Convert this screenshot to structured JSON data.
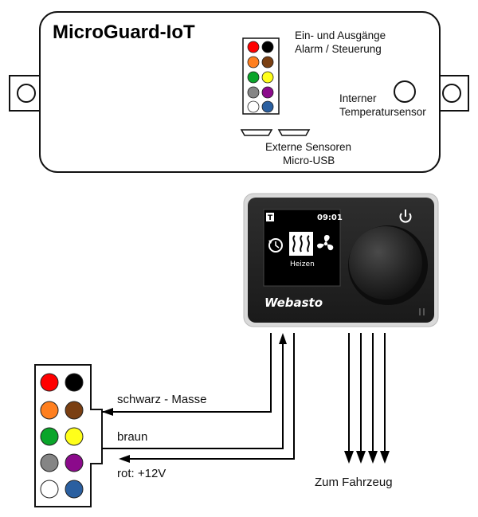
{
  "device": {
    "title": "MicroGuard-IoT",
    "io_label_line1": "Ein- und Ausgänge",
    "io_label_line2": "Alarm / Steuerung",
    "temp_label_line1": "Interner",
    "temp_label_line2": "Temperatursensor",
    "ext_label_line1": "Externe Sensoren",
    "ext_label_line2": "Micro-USB"
  },
  "controller": {
    "mode_indicator": "T",
    "time": "09:01",
    "mode_label": "Heizen",
    "brand": "Webasto"
  },
  "wires": {
    "ground": "schwarz - Masse",
    "brown": "braun",
    "plus": "rot: +12V",
    "to_vehicle": "Zum Fahrzeug"
  },
  "connector_colors": {
    "red": "#ff0000",
    "black": "#000000",
    "orange": "#ff7f1f",
    "brown": "#7a3f12",
    "green": "#0aa52a",
    "yellow": "#ffff1a",
    "grey": "#858585",
    "purple": "#8b0a8b",
    "white": "#ffffff",
    "blue": "#2a5fa0"
  }
}
